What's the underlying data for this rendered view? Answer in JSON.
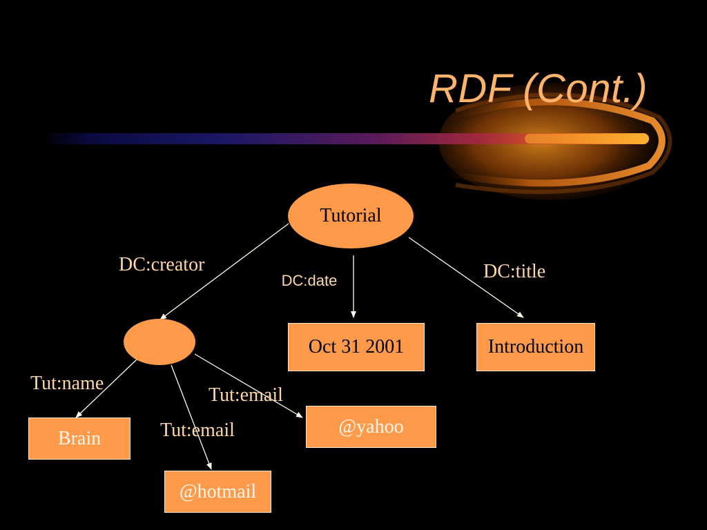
{
  "slide": {
    "title": "RDF (Cont.)"
  },
  "colors": {
    "background": "#000000",
    "node_fill": "#ff9a4a",
    "node_border": "#ffe9cc",
    "label_text": "#ffd7a8",
    "title_text": "#ffb36b",
    "edge_stroke": "#ffffee"
  },
  "diagram": {
    "nodes": {
      "tutorial": "Tutorial",
      "creator": "",
      "date_value": "Oct 31 2001",
      "title_value": "Introduction",
      "name_value": "Brain",
      "email_hotmail": "@hotmail",
      "email_yahoo": "@yahoo"
    },
    "edges": {
      "dc_creator": "DC:creator",
      "dc_date": "DC:date",
      "dc_title": "DC:title",
      "tut_name": "Tut:name",
      "tut_email_hotmail": "Tut:email",
      "tut_email_yahoo": "Tut:email"
    }
  }
}
